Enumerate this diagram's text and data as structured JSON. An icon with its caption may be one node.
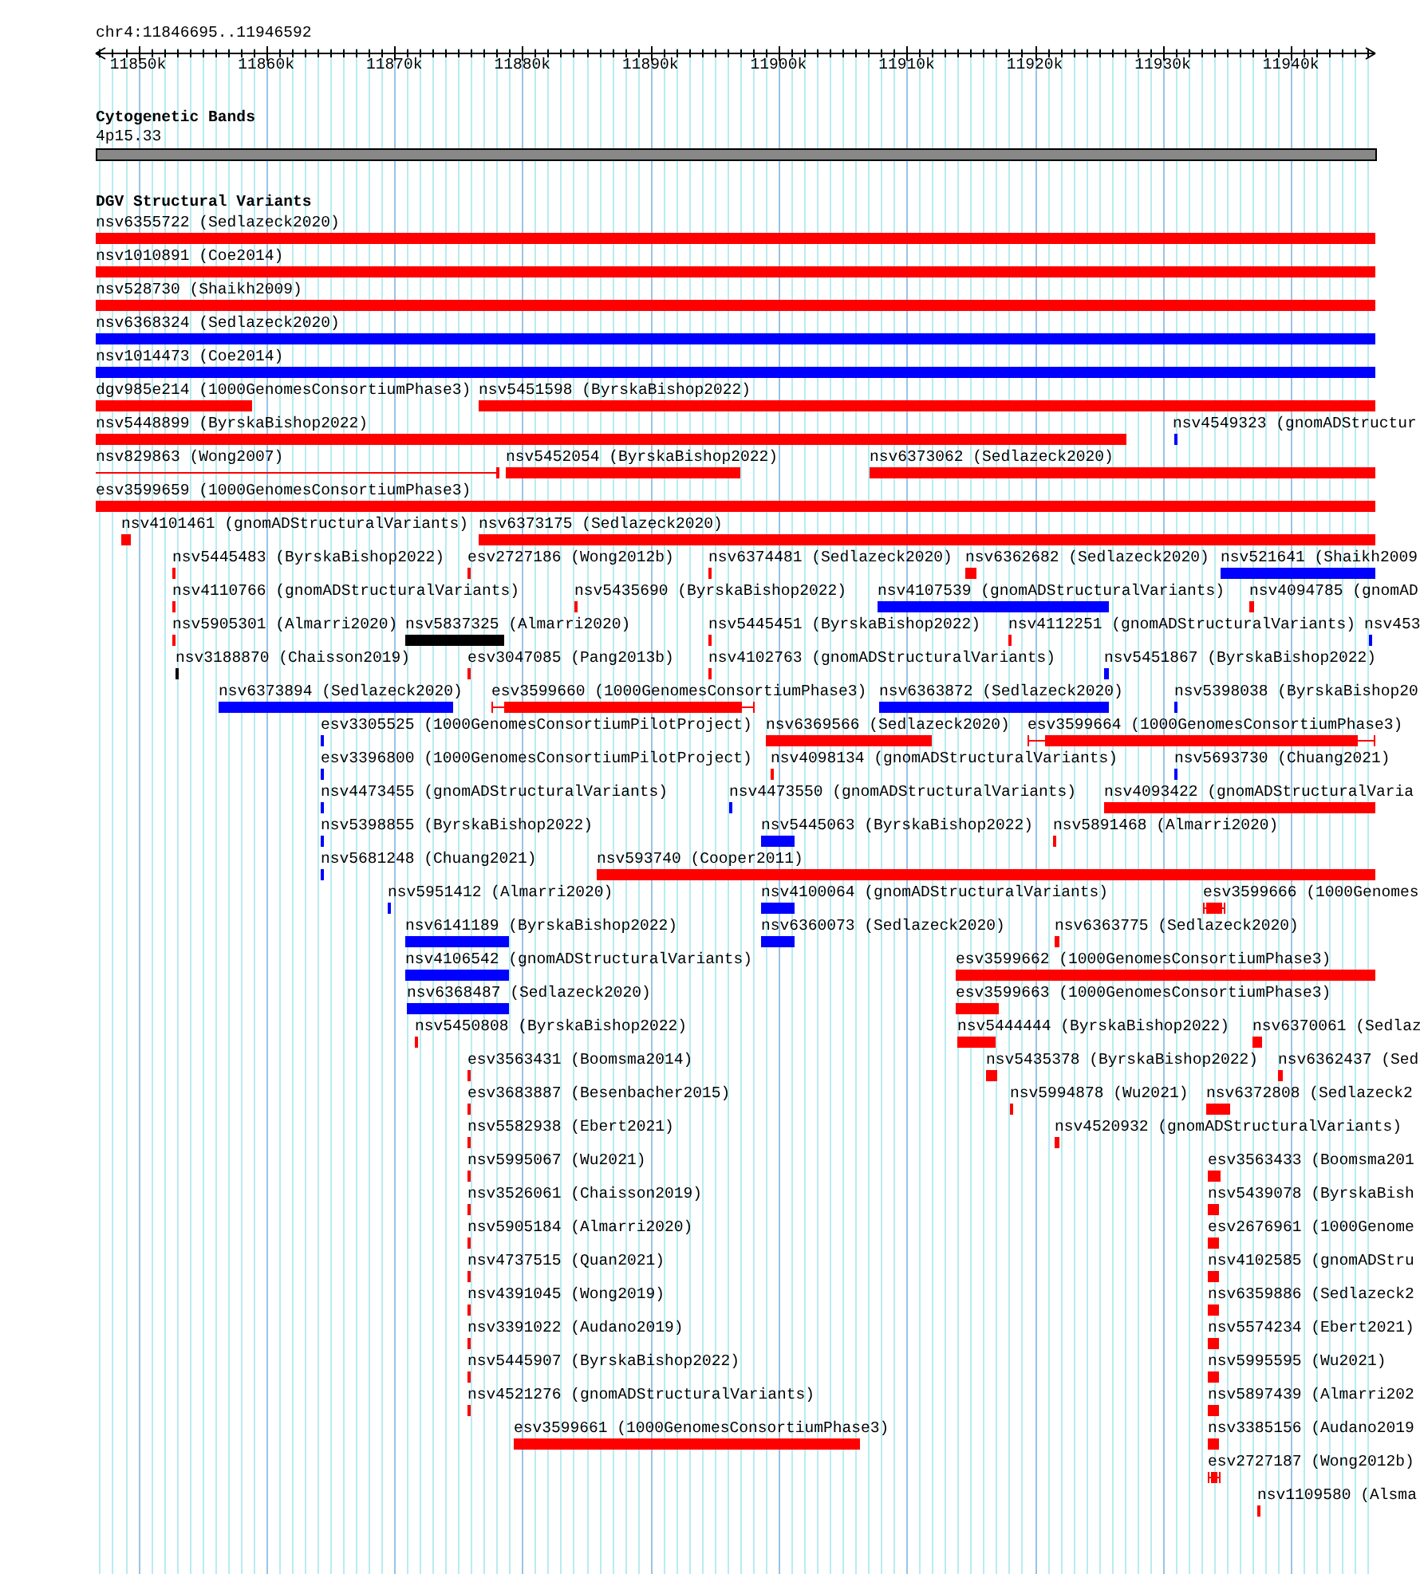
{
  "diagram": {
    "labels": [
      "chr4:11846695..11946592",
      "11850k",
      "11860k",
      "11870k",
      "11880k",
      "11890k",
      "11900k",
      "11910k",
      "11920k",
      "11930k",
      "11940k",
      "Cytogenetic Bands",
      "4p15.33",
      "DGV Structural Variants",
      "nsv6355722 (Sedlazeck2020)",
      "nsv1010891 (Coe2014)",
      "nsv528730 (Shaikh2009)",
      "nsv6368324 (Sedlazeck2020)",
      "nsv1014473 (Coe2014)",
      "dgv985e214 (1000GenomesConsortiumPhase3)",
      "nsv5451598 (ByrskaBishop2022)",
      "nsv5448899 (ByrskaBishop2022)",
      "nsv4549323 (gnomADStructur",
      "nsv829863 (Wong2007)",
      "nsv5452054 (ByrskaBishop2022)",
      "nsv6373062 (Sedlazeck2020)",
      "esv3599659 (1000GenomesConsortiumPhase3)",
      "nsv4101461 (gnomADStructuralVariants)",
      "nsv6373175 (Sedlazeck2020)",
      "nsv5445483 (ByrskaBishop2022)",
      "esv2727186 (Wong2012b)",
      "nsv6374481 (Sedlazeck2020)",
      "nsv6362682 (Sedlazeck2020)",
      "nsv521641 (Shaikh2009",
      "nsv4110766 (gnomADStructuralVariants)",
      "nsv5435690 (ByrskaBishop2022)",
      "nsv4107539 (gnomADStructuralVariants)",
      "nsv4094785 (gnomAD",
      "nsv5905301 (Almarri2020)",
      "nsv5837325 (Almarri2020)",
      "nsv5445451 (ByrskaBishop2022)",
      "nsv4112251 (gnomADStructuralVariants)",
      "nsv453",
      "nsv3188870 (Chaisson2019)",
      "esv3047085 (Pang2013b)",
      "nsv4102763 (gnomADStructuralVariants)",
      "nsv5451867 (ByrskaBishop2022)",
      "nsv6373894 (Sedlazeck2020)",
      "esv3599660 (1000GenomesConsortiumPhase3)",
      "nsv6363872 (Sedlazeck2020)",
      "nsv5398038 (ByrskaBishop20",
      "esv3305525 (1000GenomesConsortiumPilotProject)",
      "nsv6369566 (Sedlazeck2020)",
      "esv3599664 (1000GenomesConsortiumPhase3)",
      "esv3396800 (1000GenomesConsortiumPilotProject)",
      "nsv4098134 (gnomADStructuralVariants)",
      "nsv5693730 (Chuang2021)",
      "nsv4473455 (gnomADStructuralVariants)",
      "nsv4473550 (gnomADStructuralVariants)",
      "nsv4093422 (gnomADStructuralVaria",
      "nsv5398855 (ByrskaBishop2022)",
      "nsv5445063 (ByrskaBishop2022)",
      "nsv5891468 (Almarri2020)",
      "nsv5681248 (Chuang2021)",
      "nsv593740 (Cooper2011)",
      "nsv5951412 (Almarri2020)",
      "nsv4100064 (gnomADStructuralVariants)",
      "esv3599666 (1000Genomes",
      "nsv6141189 (ByrskaBishop2022)",
      "nsv6360073 (Sedlazeck2020)",
      "nsv6363775 (Sedlazeck2020)",
      "nsv4106542 (gnomADStructuralVariants)",
      "esv3599662 (1000GenomesConsortiumPhase3)",
      "nsv6368487 (Sedlazeck2020)",
      "esv3599663 (1000GenomesConsortiumPhase3)",
      "nsv5450808 (ByrskaBishop2022)",
      "nsv5444444 (ByrskaBishop2022)",
      "nsv6370061 (Sedlaz",
      "esv3563431 (Boomsma2014)",
      "nsv5435378 (ByrskaBishop2022)",
      "nsv6362437 (Sed",
      "esv3683887 (Besenbacher2015)",
      "nsv5994878 (Wu2021)",
      "nsv6372808 (Sedlazeck2",
      "nsv5582938 (Ebert2021)",
      "nsv4520932 (gnomADStructuralVariants)",
      "nsv5995067 (Wu2021)",
      "esv3563433 (Boomsma201",
      "nsv3526061 (Chaisson2019)",
      "nsv5439078 (ByrskaBish",
      "nsv5905184 (Almarri2020)",
      "esv2676961 (1000Genome",
      "nsv4737515 (Quan2021)",
      "nsv4102585 (gnomADStru",
      "nsv4391045 (Wong2019)",
      "nsv6359886 (Sedlazeck2",
      "nsv3391022 (Audano2019)",
      "nsv5574234 (Ebert2021)",
      "nsv5445907 (ByrskaBishop2022)",
      "nsv5995595 (Wu2021)",
      "nsv4521276 (gnomADStructuralVariants)",
      "nsv5897439 (Almarri202",
      "esv3599661 (1000GenomesConsortiumPhase3)",
      "nsv3385156 (Audano2019",
      "esv2727187 (Wong2012b)",
      "nsv1109580 (Alsma"
    ]
  }
}
